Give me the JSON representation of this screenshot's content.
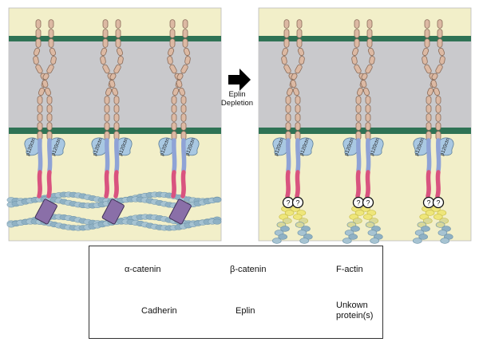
{
  "arrow": {
    "line1": "Eplin",
    "line2": "Depletion"
  },
  "p120_label": "p120ctn",
  "unknown_mark": "?",
  "legend": {
    "alpha_catenin": "α-catenin",
    "beta_catenin": "β-catenin",
    "f_actin": "F-actin",
    "cadherin": "Cadherin",
    "eplin": "Eplin",
    "unknown_line1": "Unkown",
    "unknown_line2": "protein(s)"
  },
  "colors": {
    "cytoplasm": "#f2efc9",
    "membrane_band": "#c9c9cc",
    "membrane_line": "#2f7355",
    "cadherin": "#dcb9a3",
    "alpha_catenin": "#d9537f",
    "beta_catenin": "#8fa3d6",
    "p120": "#a9c8e2",
    "actin": "#8fb1c4",
    "actin_yellow": "#eee67a",
    "eplin": "#8a6fa8"
  }
}
